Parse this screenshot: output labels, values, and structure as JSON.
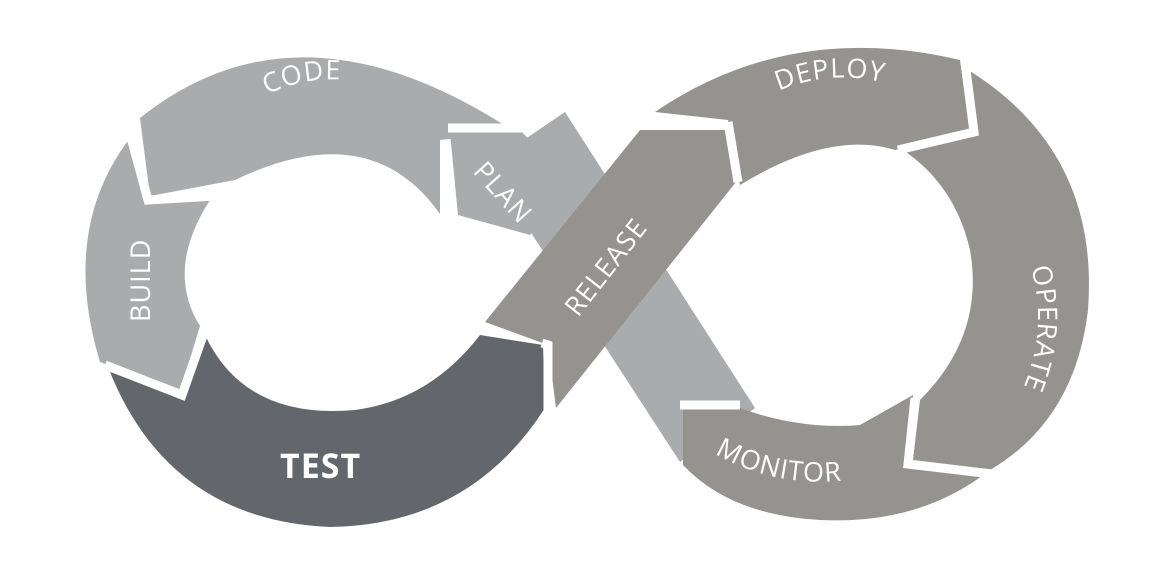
{
  "stages": [
    {
      "key": "plan",
      "label": "PLAN",
      "emphasized": false
    },
    {
      "key": "code",
      "label": "CODE",
      "emphasized": false
    },
    {
      "key": "build",
      "label": "BUILD",
      "emphasized": false
    },
    {
      "key": "test",
      "label": "TEST",
      "emphasized": true
    },
    {
      "key": "release",
      "label": "RELEASE",
      "emphasized": false
    },
    {
      "key": "deploy",
      "label": "DEPLOY",
      "emphasized": false
    },
    {
      "key": "operate",
      "label": "OPERATE",
      "emphasized": false
    },
    {
      "key": "monitor",
      "label": "MONITOR",
      "emphasized": false
    }
  ],
  "colors": {
    "dev_loop": "#aaabad",
    "ops_loop": "#95938f",
    "test_segment": "#63676b",
    "text": "#ffffff",
    "background": "#ffffff"
  }
}
